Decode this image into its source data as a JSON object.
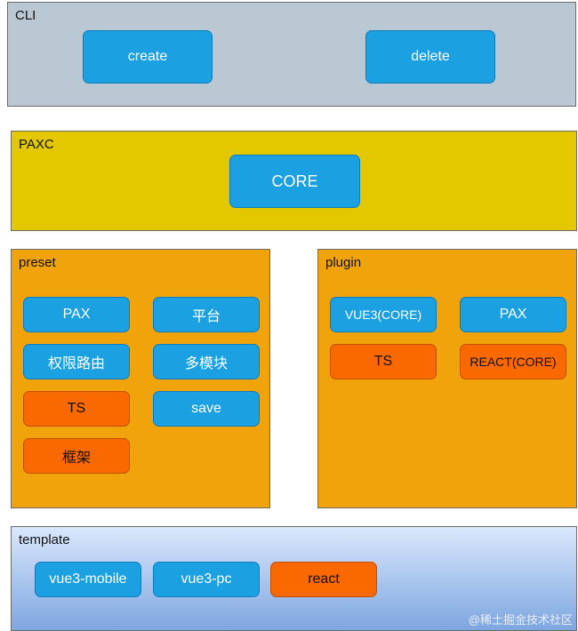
{
  "cli": {
    "title": "CLI",
    "buttons": [
      "create",
      "delete"
    ]
  },
  "paxc": {
    "title": "PAXC",
    "core": "CORE"
  },
  "preset": {
    "title": "preset",
    "items": [
      "PAX",
      "平台",
      "权限路由",
      "多模块",
      "TS",
      "save",
      "框架"
    ]
  },
  "plugin": {
    "title": "plugin",
    "items": [
      "VUE3(CORE)",
      "PAX",
      "TS",
      "REACT(CORE)"
    ]
  },
  "template": {
    "title": "template",
    "items": [
      "vue3-mobile",
      "vue3-pc",
      "react"
    ]
  },
  "watermark": "@稀土掘金技术社区",
  "colors": {
    "cli_bg": "#bac8d3",
    "paxc_bg": "#e3c800",
    "preset_bg": "#f0a30a",
    "plugin_bg": "#f0a30a",
    "template_bg_top": "#dae8fc",
    "template_bg_bottom": "#7ea6e0",
    "blue_box": "#1ba1e2",
    "orange_box": "#fa6800"
  }
}
